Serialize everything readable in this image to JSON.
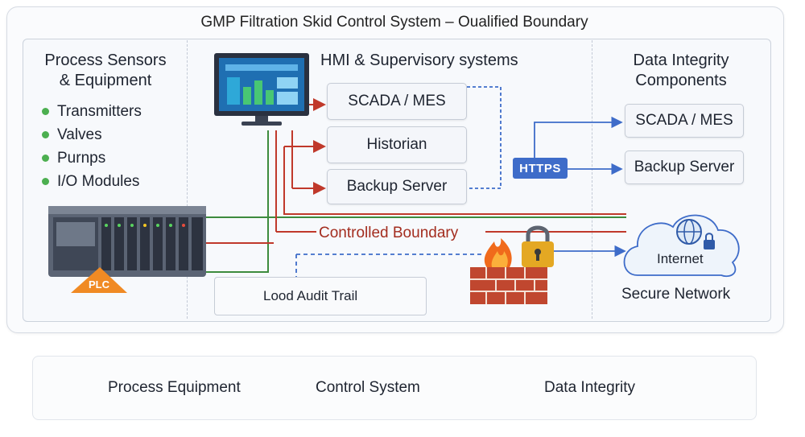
{
  "diagram": {
    "title": "GMP Filtration Skid Control System – Oualified Boundary",
    "sensors": {
      "title_line1": "Process Sensors",
      "title_line2": "& Equipment",
      "items": [
        "Transmitters",
        "Valves",
        "Purnps",
        "I/O Modules"
      ],
      "plc_label": "PLC"
    },
    "hmi": {
      "title": "HMI & Supervisory systems",
      "boxes": [
        "SCADA / MES",
        "Historian",
        "Backup Server"
      ]
    },
    "data_integrity": {
      "title_line1": "Data Integrity",
      "title_line2": "Components",
      "boxes": [
        "SCADA / MES",
        "Backup Server"
      ],
      "https_label": "HTTPS",
      "internet_label": "Internet",
      "network_label": "Secure Network"
    },
    "controlled_boundary_label": "Controlled Boundary",
    "audit_trail_label": "Lood Audit Trail"
  },
  "legend": {
    "items": [
      "Process Equipment",
      "Control System",
      "Data Integrity"
    ]
  },
  "colors": {
    "process_green": "#3d8b3d",
    "control_red": "#c0392b",
    "integrity_blue": "#3e6cc9",
    "plc_orange": "#f08a24"
  }
}
